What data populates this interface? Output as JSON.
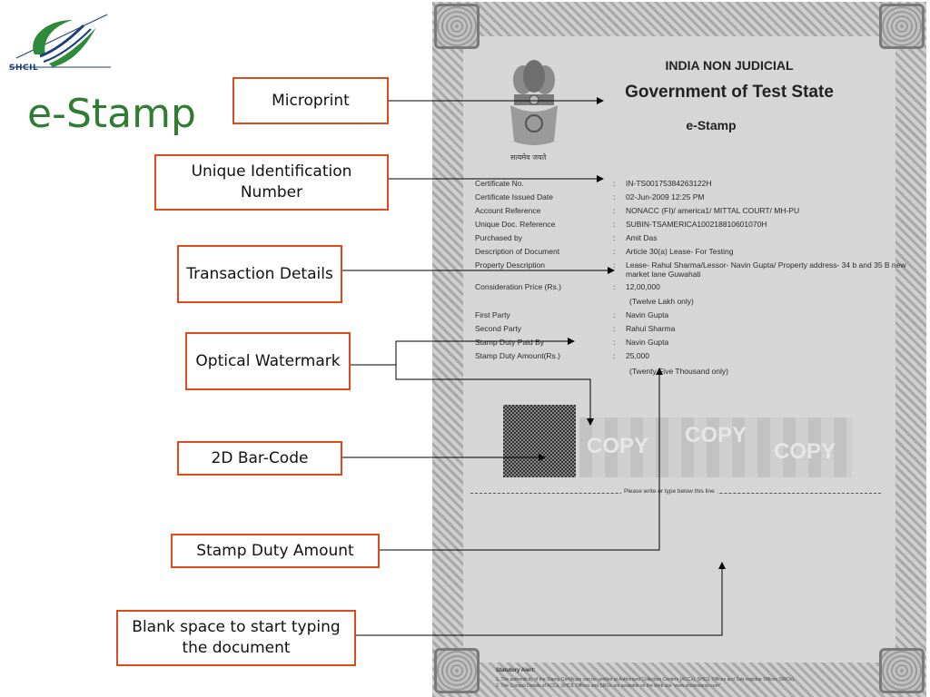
{
  "brand": {
    "logo_text": "SHCIL",
    "title": "e-Stamp",
    "accent_color": "#2e7d32",
    "callout_border_color": "#e04a1a"
  },
  "callouts": [
    {
      "id": "microprint",
      "label": "Microprint"
    },
    {
      "id": "uin",
      "label": "Unique Identification Number"
    },
    {
      "id": "transaction",
      "label": "Transaction Details"
    },
    {
      "id": "watermark",
      "label": "Optical Watermark"
    },
    {
      "id": "barcode",
      "label": "2D Bar-Code"
    },
    {
      "id": "duty",
      "label": "Stamp Duty Amount"
    },
    {
      "id": "blank",
      "label": "Blank space to start typing the document"
    }
  ],
  "stamp": {
    "header_1": "INDIA NON JUDICIAL",
    "header_2": "Government of Test State",
    "header_3": "e-Stamp",
    "motto": "सत्यमेव जयते",
    "fields": [
      {
        "label": "Certificate No.",
        "value": "IN-TS00175384263122H"
      },
      {
        "label": "Certificate Issued Date",
        "value": "02-Jun-2009 12:25 PM"
      },
      {
        "label": "Account Reference",
        "value": "NONACC (FI)/ america1/ MITTAL COURT/ MH-PU"
      },
      {
        "label": "Unique Doc. Reference",
        "value": "SUBIN-TSAMERICA100218810601070H"
      },
      {
        "label": "Purchased by",
        "value": "Amit Das"
      },
      {
        "label": "Description of Document",
        "value": "Article 30(a) Lease- For Testing"
      },
      {
        "label": "Property Description",
        "value": "Lease- Rahul Sharma/Lessor- Navin Gupta/ Property address- 34 b and 35 B new market lane Guwahati"
      },
      {
        "label": "Consideration Price (Rs.)",
        "value": "12,00,000"
      },
      {
        "label": "First Party",
        "value": "Navin Gupta"
      },
      {
        "label": "Second Party",
        "value": "Rahul Sharma"
      },
      {
        "label": "Stamp Duty Paid By",
        "value": "Navin Gupta"
      },
      {
        "label": "Stamp Duty Amount(Rs.)",
        "value": "25,000"
      }
    ],
    "consideration_words": "(Twelve Lakh only)",
    "duty_words": "(Twenty Five Thousand only)",
    "watermark_words": [
      "COPY",
      "COPY",
      "COPY"
    ],
    "separator_text": "Please write or type below this line",
    "statutory": {
      "title": "Statutory Alert:",
      "lines": [
        "1. The authenticity of the Stamp Certificate can be verified at Authorised Collection Centers (ACCs), SHCIL Offices and Sub-registrar Offices (SROs).",
        "2. The Contact Details of ACCs, SHCIL Offices and SROs are available on the Web site \"www.shcilestamp.com\""
      ]
    }
  }
}
